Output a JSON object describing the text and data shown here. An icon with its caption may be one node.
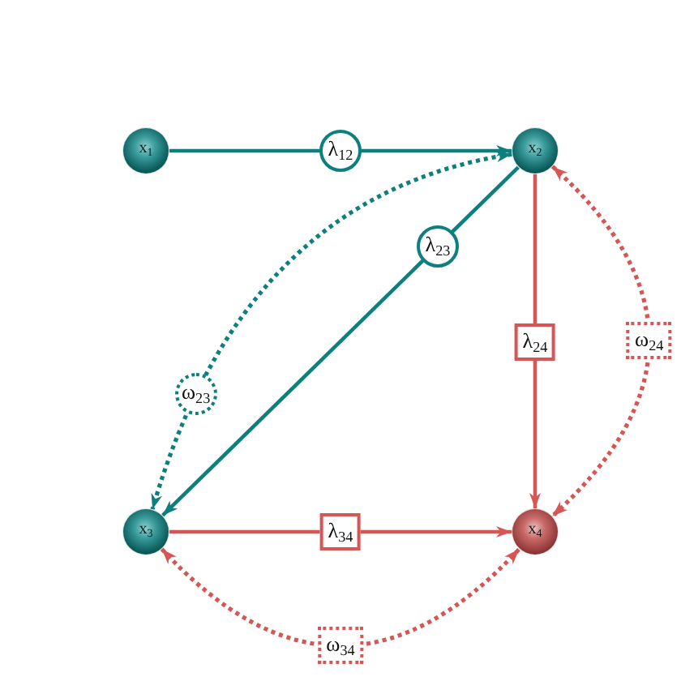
{
  "diagram": {
    "nodes": [
      {
        "text": [
          "x$_{1}$"
        ]
      },
      {
        "text": [
          "x$_{2}$"
        ]
      },
      {
        "text": [
          "x$_{3}$"
        ]
      },
      {
        "text": [
          "x$_{4}$"
        ]
      }
    ],
    "edges": [
      {
        "from": 0,
        "to": 1,
        "arrow": "to",
        "label": "λ$_{12}$",
        "color": "#0e7f7f"
      },
      {
        "from": 1,
        "to": 2,
        "arrow": "to",
        "label": "λ$_{23}$",
        "color": "#0e7f7f"
      },
      {
        "from": 1,
        "to": 2,
        "arrow": "both",
        "label": "ω$_{23}$",
        "style": "dashed",
        "color": "#0e7f7f"
      },
      {
        "from": 1,
        "to": 3,
        "arrow": "to",
        "label": "λ$_{24}$"
      },
      {
        "from": 1,
        "to": 3,
        "arrow": "both",
        "label": "ω$_{24}$",
        "style": "dashed"
      },
      {
        "from": 2,
        "to": 3,
        "arrow": "to",
        "label": "λ$_{34}$"
      },
      {
        "from": 2,
        "to": 3,
        "arrow": "both",
        "label": "ω$_{34}$",
        "style": "dashed"
      }
    ]
  }
}
